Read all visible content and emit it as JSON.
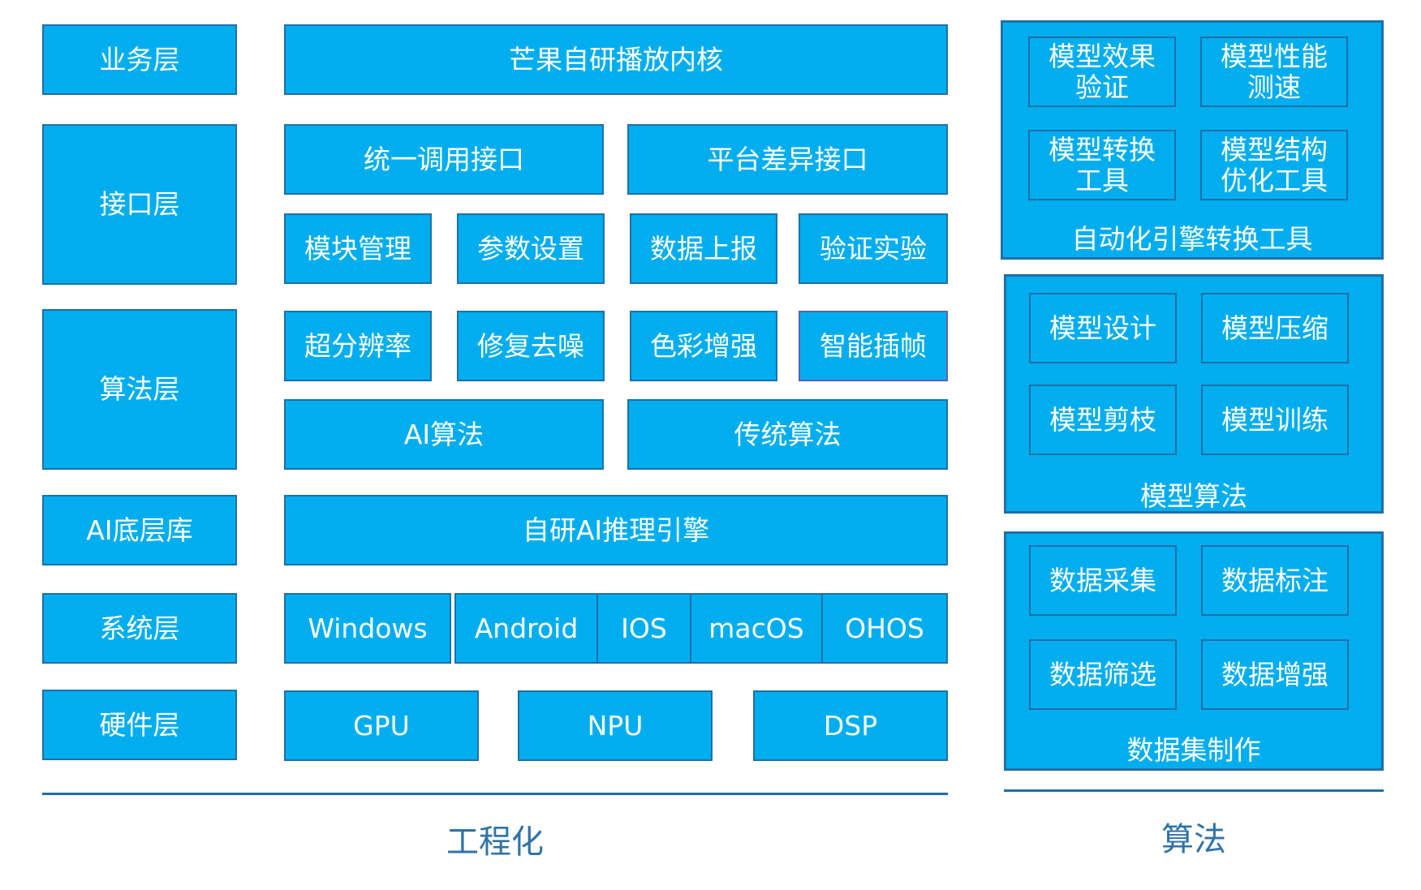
{
  "layers": {
    "business": "业务层",
    "interface": "接口层",
    "algorithm": "算法层",
    "ai_lib": "AI底层库",
    "system": "系统层",
    "hardware": "硬件层"
  },
  "engineering": {
    "kernel": "芒果自研播放内核",
    "interface_row1": [
      "统一调用接口",
      "平台差异接口"
    ],
    "interface_row2": [
      "模块管理",
      "参数设置",
      "数据上报",
      "验证实验"
    ],
    "algo_row1": [
      "超分辨率",
      "修复去噪",
      "色彩增强",
      "智能插帧"
    ],
    "algo_row2": [
      "AI算法",
      "传统算法"
    ],
    "inference": "自研AI推理引擎",
    "systems": [
      "Windows",
      "Android",
      "IOS",
      "macOS",
      "OHOS"
    ],
    "hardware": [
      "GPU",
      "NPU",
      "DSP"
    ],
    "footer": "工程化"
  },
  "algorithms": {
    "tools_group": {
      "items": [
        "模型效果验证",
        "模型性能测速",
        "模型转换工具",
        "模型结构优化工具"
      ],
      "title": "自动化引擎转换工具"
    },
    "model_group": {
      "items": [
        "模型设计",
        "模型压缩",
        "模型剪枝",
        "模型训练"
      ],
      "title": "模型算法"
    },
    "data_group": {
      "items": [
        "数据采集",
        "数据标注",
        "数据筛选",
        "数据增强"
      ],
      "title": "数据集制作"
    },
    "footer": "算法"
  },
  "colors": {
    "box_fill": "#00aeef",
    "box_border": "#1f6fa8",
    "footer_text": "#2f73a8"
  }
}
